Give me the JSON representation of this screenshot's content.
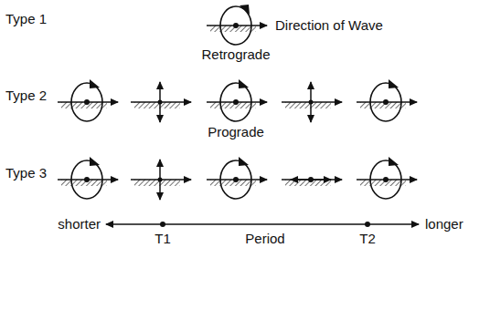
{
  "diagram": {
    "labels": [
      "Type 1",
      "Direction of Wave",
      "Retrograde",
      "Type 2",
      "Prograde",
      "Type 3",
      "shorter",
      "T1",
      "Period",
      "T2",
      "longer"
    ]
  }
}
